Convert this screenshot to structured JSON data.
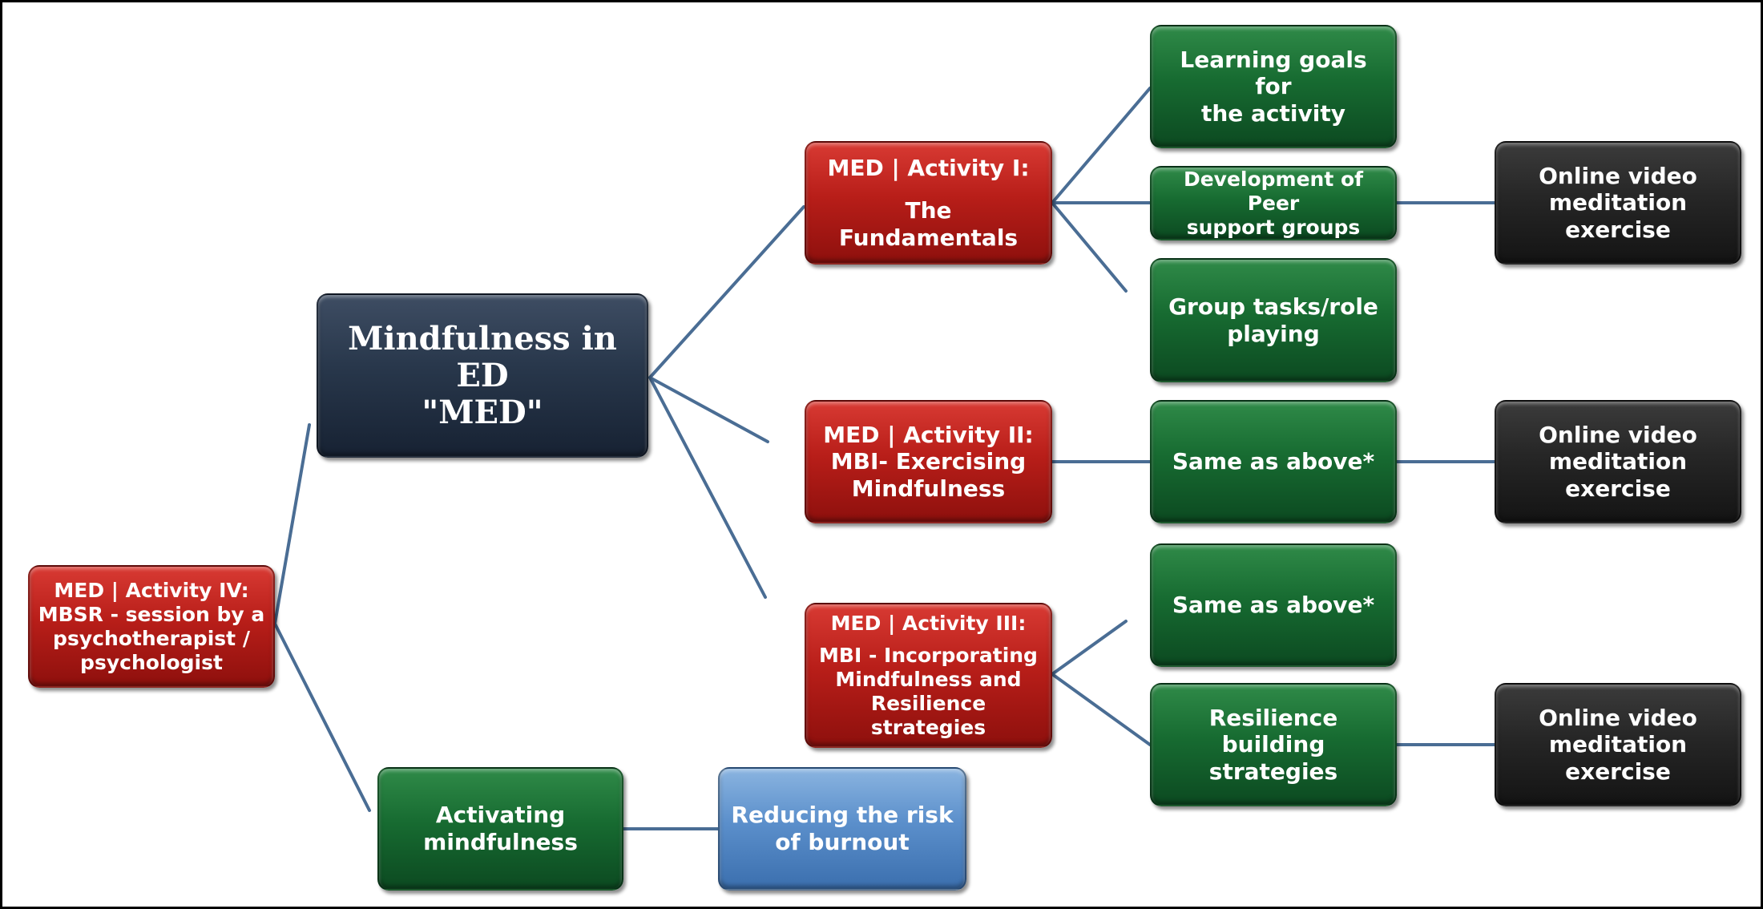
{
  "diagram": {
    "main": {
      "lines": [
        "Mindfulness in ED",
        "\"MED\""
      ]
    },
    "activity1": {
      "lines": [
        "MED | Activity I:",
        "The Fundamentals"
      ]
    },
    "activity2": {
      "lines": [
        "MED | Activity II:",
        "MBI- Exercising",
        "Mindfulness"
      ]
    },
    "activity3": {
      "lines": [
        "MED | Activity III:",
        "MBI - Incorporating",
        "Mindfulness and",
        "Resilience strategies"
      ]
    },
    "activity4": {
      "lines": [
        "MED | Activity IV:",
        "MBSR - session by a",
        "psychotherapist /",
        "psychologist"
      ]
    },
    "learning_goals": {
      "lines": [
        "Learning goals for",
        "the activity"
      ]
    },
    "peer_support": {
      "lines": [
        "Development of Peer",
        "support groups"
      ]
    },
    "group_tasks": {
      "lines": [
        "Group tasks/role",
        "playing"
      ]
    },
    "same_above_1": {
      "lines": [
        "Same as above*"
      ]
    },
    "same_above_2": {
      "lines": [
        "Same as above*"
      ]
    },
    "resilience": {
      "lines": [
        "Resilience building",
        "strategies"
      ]
    },
    "video_1": {
      "lines": [
        "Online video",
        "meditation",
        "exercise"
      ]
    },
    "video_2": {
      "lines": [
        "Online video",
        "meditation",
        "exercise"
      ]
    },
    "video_3": {
      "lines": [
        "Online video",
        "meditation",
        "exercise"
      ]
    },
    "activating": {
      "lines": [
        "Activating",
        "mindfulness"
      ]
    },
    "burnout": {
      "lines": [
        "Reducing the risk",
        "of burnout"
      ]
    }
  },
  "colors": {
    "connector": "#4a6d94",
    "activity_red": "#b81e19",
    "task_green": "#176b31",
    "video_dark": "#262626",
    "main_navy": "#28374b",
    "outcome_blue": "#5b8fcb"
  }
}
